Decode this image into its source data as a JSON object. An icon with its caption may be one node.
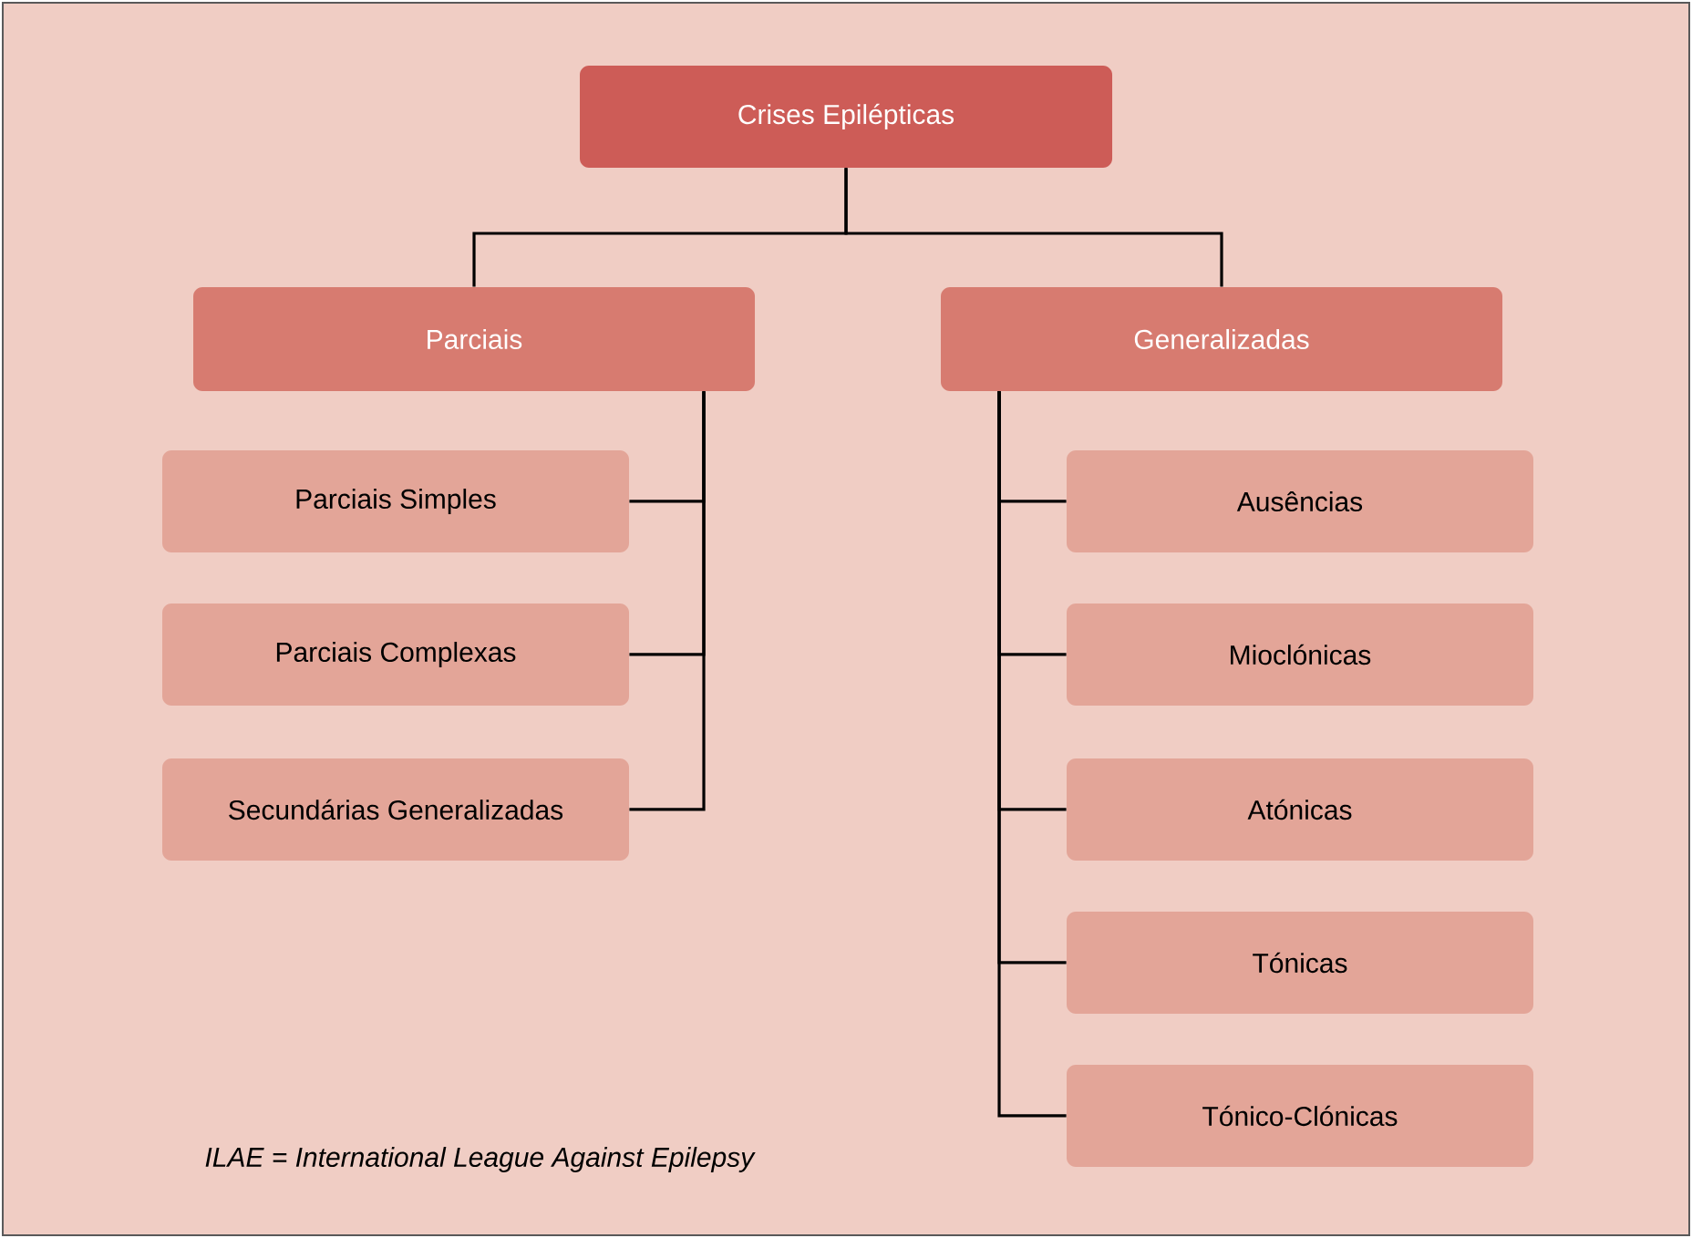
{
  "diagram": {
    "nodes": [
      {
        "text": [
          "Crises Epilépticas"
        ]
      },
      {
        "text": [
          "Parciais"
        ]
      },
      {
        "text": [
          "Generalizadas"
        ]
      },
      {
        "text": [
          "Parciais Simples"
        ]
      },
      {
        "text": [
          "Parciais Complexas"
        ]
      },
      {
        "text": [
          "Secundárias Generalizadas"
        ]
      },
      {
        "text": [
          "Ausências"
        ]
      },
      {
        "text": [
          "Mioclónicas"
        ]
      },
      {
        "text": [
          "Atónicas"
        ]
      },
      {
        "text": [
          "Tónicas"
        ]
      },
      {
        "text": [
          "Tónico-Clónicas"
        ]
      }
    ],
    "edges": [
      {
        "from": 0,
        "to": 1,
        "arrow": "none"
      },
      {
        "from": 0,
        "to": 2,
        "arrow": "none"
      },
      {
        "from": 1,
        "to": 3,
        "arrow": "none"
      },
      {
        "from": 1,
        "to": 4,
        "arrow": "none"
      },
      {
        "from": 1,
        "to": 5,
        "arrow": "none"
      },
      {
        "from": 2,
        "to": 6,
        "arrow": "none"
      },
      {
        "from": 2,
        "to": 7,
        "arrow": "none"
      },
      {
        "from": 2,
        "to": 8,
        "arrow": "none"
      },
      {
        "from": 2,
        "to": 9,
        "arrow": "none"
      },
      {
        "from": 2,
        "to": 10,
        "arrow": "none"
      }
    ],
    "labels": [
      "ILAE = International League Against Epilepsy"
    ]
  }
}
